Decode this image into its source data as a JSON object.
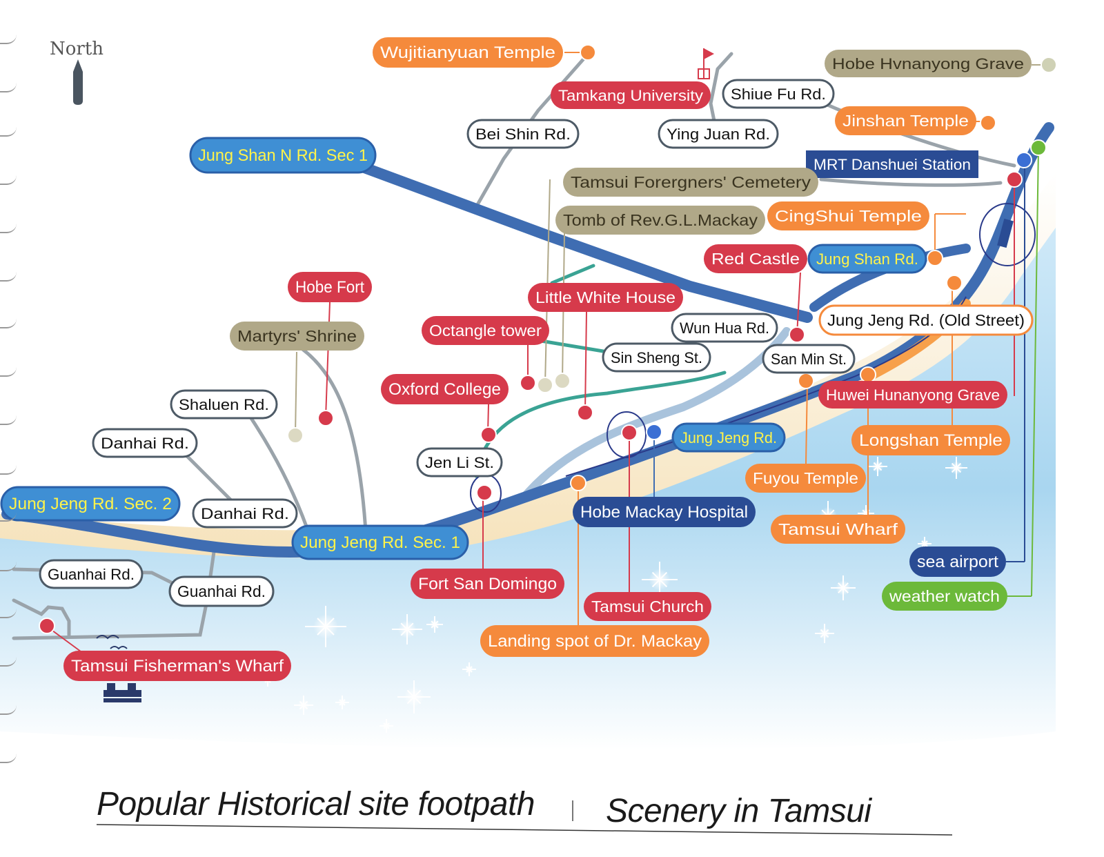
{
  "title": {
    "left": "Popular Historical site footpath",
    "right": "Scenery in Tamsui"
  },
  "compass": {
    "label": "North"
  },
  "colors": {
    "red": "#d63a4b",
    "orange": "#f58a3c",
    "khaki": "#b0a888",
    "navy": "#2a4c94",
    "green": "#6cb93a",
    "road_blue": "#3f6db2",
    "light_road": "#a9c3dc",
    "street_gray": "#9aa3aa",
    "teal": "#3aa394",
    "sand": "#f3d9a4",
    "sea": "#a9d6f0"
  },
  "labels": [
    {
      "id": "wujitianyuan-temple",
      "text": "Wujitianyuan Temple",
      "style": "orange"
    },
    {
      "id": "hobe-hvnanyong-grave",
      "text": "Hobe Hvnanyong Grave",
      "style": "khaki"
    },
    {
      "id": "tamkang-university",
      "text": "Tamkang University",
      "style": "red"
    },
    {
      "id": "shiue-fu-rd",
      "text": "Shiue Fu Rd.",
      "style": "white"
    },
    {
      "id": "jinshan-temple",
      "text": "Jinshan Temple",
      "style": "orange"
    },
    {
      "id": "bei-shin-rd",
      "text": "Bei Shin Rd.",
      "style": "white"
    },
    {
      "id": "ying-juan-rd",
      "text": "Ying Juan Rd.",
      "style": "white"
    },
    {
      "id": "jung-shan-n-rd-sec-1",
      "text": "Jung Shan N Rd. Sec 1",
      "style": "blue"
    },
    {
      "id": "mrt-danshuei-station",
      "text": "MRT Danshuei Station",
      "style": "navy"
    },
    {
      "id": "tamsui-foreigners-cemetery",
      "text": "Tamsui Forergners' Cemetery",
      "style": "khaki"
    },
    {
      "id": "tomb-of-rev-mackay",
      "text": "Tomb of Rev.G.L.Mackay",
      "style": "khaki"
    },
    {
      "id": "cingshui-temple",
      "text": "CingShui Temple",
      "style": "orange"
    },
    {
      "id": "red-castle",
      "text": "Red Castle",
      "style": "red"
    },
    {
      "id": "jung-shan-rd",
      "text": "Jung Shan Rd.",
      "style": "blue"
    },
    {
      "id": "hobe-fort",
      "text": "Hobe Fort",
      "style": "red"
    },
    {
      "id": "little-white-house",
      "text": "Little White House",
      "style": "red"
    },
    {
      "id": "martyrs-shrine",
      "text": "Martyrs' Shrine",
      "style": "khaki"
    },
    {
      "id": "octangle-tower",
      "text": "Octangle tower",
      "style": "red"
    },
    {
      "id": "wun-hua-rd",
      "text": "Wun Hua Rd.",
      "style": "white"
    },
    {
      "id": "jung-jeng-rd-old-street",
      "text": "Jung Jeng Rd. (Old Street)",
      "style": "white-orange"
    },
    {
      "id": "sin-sheng-st",
      "text": "Sin Sheng St.",
      "style": "white"
    },
    {
      "id": "san-min-st",
      "text": "San Min St.",
      "style": "white"
    },
    {
      "id": "oxford-college",
      "text": "Oxford College",
      "style": "red"
    },
    {
      "id": "shaluen-rd",
      "text": "Shaluen Rd.",
      "style": "white"
    },
    {
      "id": "huwei-hunanyong-grave",
      "text": "Huwei Hunanyong Grave",
      "style": "red"
    },
    {
      "id": "danhai-rd-1",
      "text": "Danhai Rd.",
      "style": "white"
    },
    {
      "id": "jung-jeng-rd",
      "text": "Jung Jeng Rd.",
      "style": "blue"
    },
    {
      "id": "longshan-temple",
      "text": "Longshan Temple",
      "style": "orange"
    },
    {
      "id": "jen-li-st",
      "text": "Jen Li St.",
      "style": "white"
    },
    {
      "id": "fuyou-temple",
      "text": "Fuyou Temple",
      "style": "orange"
    },
    {
      "id": "jung-jeng-rd-sec-2",
      "text": "Jung Jeng Rd. Sec. 2",
      "style": "blue"
    },
    {
      "id": "danhai-rd-2",
      "text": "Danhai Rd.",
      "style": "white"
    },
    {
      "id": "hobe-mackay-hospital",
      "text": "Hobe Mackay Hospital",
      "style": "navy"
    },
    {
      "id": "tamsui-wharf",
      "text": "Tamsui Wharf",
      "style": "orange"
    },
    {
      "id": "jung-jeng-rd-sec-1",
      "text": "Jung Jeng Rd. Sec. 1",
      "style": "blue"
    },
    {
      "id": "sea-airport",
      "text": "sea airport",
      "style": "navy"
    },
    {
      "id": "guanhai-rd-1",
      "text": "Guanhai Rd.",
      "style": "white"
    },
    {
      "id": "fort-san-domingo",
      "text": "Fort San Domingo",
      "style": "red"
    },
    {
      "id": "guanhai-rd-2",
      "text": "Guanhai Rd.",
      "style": "white"
    },
    {
      "id": "weather-watch",
      "text": "weather watch",
      "style": "green"
    },
    {
      "id": "tamsui-church",
      "text": "Tamsui Church",
      "style": "red"
    },
    {
      "id": "landing-spot-dr-mackay",
      "text": "Landing spot of Dr. Mackay",
      "style": "orange"
    },
    {
      "id": "tamsui-fishermans-wharf",
      "text": "Tamsui Fisherman's Wharf",
      "style": "red"
    }
  ]
}
